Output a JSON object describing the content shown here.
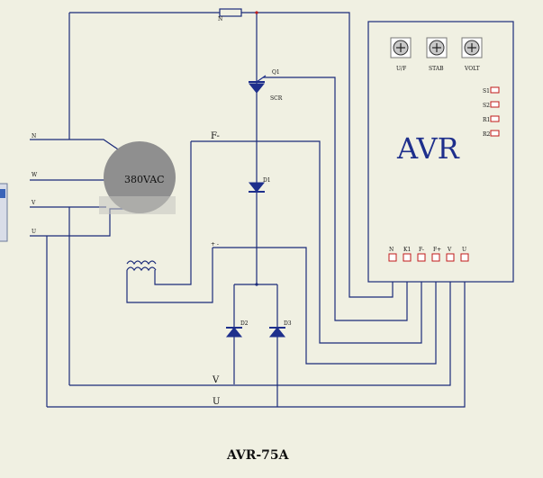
{
  "diagram": {
    "title": "AVR-75A",
    "avr_label": "AVR",
    "motor_label": "380VAC",
    "knobs": [
      {
        "label": "U/F"
      },
      {
        "label": "STAB"
      },
      {
        "label": "VOLT"
      }
    ],
    "side_pins": [
      {
        "label": "S1"
      },
      {
        "label": "S2"
      },
      {
        "label": "R1"
      },
      {
        "label": "R2"
      }
    ],
    "bottom_pins": [
      {
        "label": "N"
      },
      {
        "label": "K1"
      },
      {
        "label": "F-"
      },
      {
        "label": "F+"
      },
      {
        "label": "V"
      },
      {
        "label": "U"
      }
    ],
    "left_inputs": {
      "n": "N",
      "w": "W",
      "v": "V",
      "u": "U"
    },
    "wire_labels": {
      "top_n": "N",
      "f_minus": "F-",
      "v_bus": "V",
      "u_bus": "U",
      "plus_tap": "+ -"
    },
    "components": {
      "scr_ref": "Q1",
      "scr_type": "SCR",
      "d1": "D1",
      "d2": "D2",
      "d3": "D3"
    },
    "colors": {
      "wire": "#1b2b7a",
      "background": "#f0f0e2",
      "accent_blue": "#1e2f8c",
      "pin_red": "#c01a1a"
    }
  }
}
